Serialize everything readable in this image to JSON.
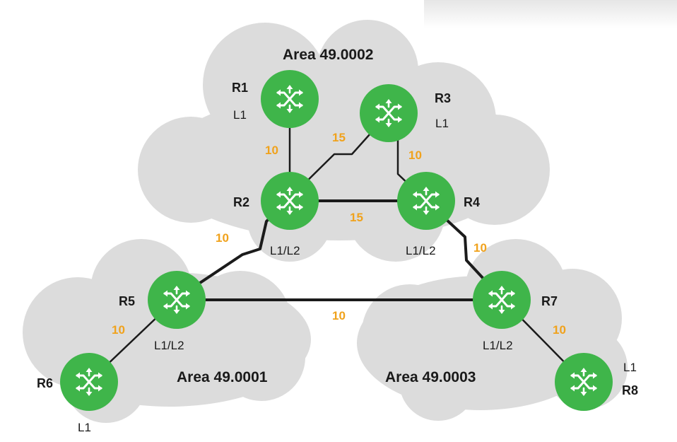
{
  "diagram": {
    "areas": [
      {
        "id": "top",
        "label": "Area 49.0002"
      },
      {
        "id": "left",
        "label": "Area 49.0001"
      },
      {
        "id": "right",
        "label": "Area 49.0003"
      }
    ],
    "routers": [
      {
        "id": "r1",
        "name": "R1",
        "level": "L1"
      },
      {
        "id": "r2",
        "name": "R2",
        "level": "L1/L2"
      },
      {
        "id": "r3",
        "name": "R3",
        "level": "L1"
      },
      {
        "id": "r4",
        "name": "R4",
        "level": "L1/L2"
      },
      {
        "id": "r5",
        "name": "R5",
        "level": "L1/L2"
      },
      {
        "id": "r6",
        "name": "R6",
        "level": "L1"
      },
      {
        "id": "r7",
        "name": "R7",
        "level": "L1/L2"
      },
      {
        "id": "r8",
        "name": "R8",
        "level": "L1"
      }
    ],
    "links": [
      {
        "from": "r1",
        "to": "r2",
        "metric": "10"
      },
      {
        "from": "r2",
        "to": "r3",
        "metric": "15"
      },
      {
        "from": "r3",
        "to": "r4",
        "metric": "10"
      },
      {
        "from": "r2",
        "to": "r4",
        "metric": "15"
      },
      {
        "from": "r2",
        "to": "r5",
        "metric": "10"
      },
      {
        "from": "r4",
        "to": "r7",
        "metric": "10"
      },
      {
        "from": "r5",
        "to": "r7",
        "metric": "10"
      },
      {
        "from": "r5",
        "to": "r6",
        "metric": "10"
      },
      {
        "from": "r7",
        "to": "r8",
        "metric": "10"
      }
    ],
    "colors": {
      "router_fill": "#3fb54a",
      "router_icon": "#ffffff",
      "metric_text": "#f0a21c",
      "cloud_fill": "#dcdcdc",
      "link_stroke": "#1b1b1b"
    }
  }
}
